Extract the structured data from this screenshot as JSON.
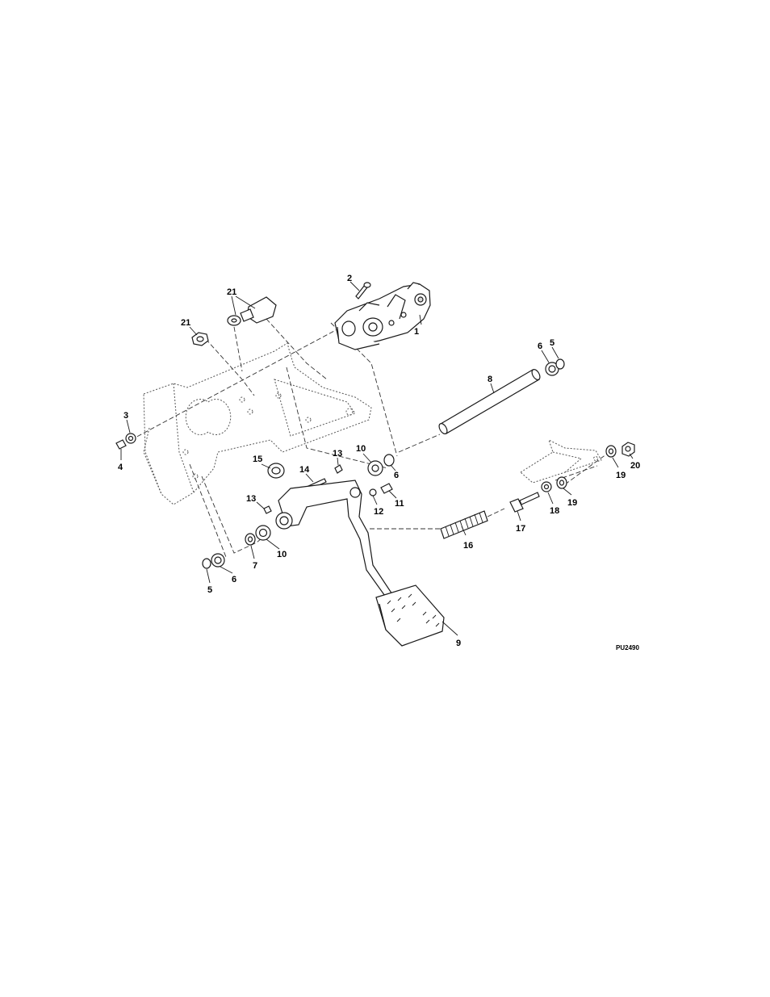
{
  "figure_ref": "PU2490",
  "callouts": [
    "1",
    "2",
    "21",
    "21",
    "3",
    "4",
    "6",
    "5",
    "8",
    "15",
    "14",
    "13",
    "10",
    "6",
    "13",
    "12",
    "11",
    "7",
    "10",
    "6",
    "5",
    "16",
    "17",
    "18",
    "19",
    "19",
    "20",
    "9"
  ]
}
